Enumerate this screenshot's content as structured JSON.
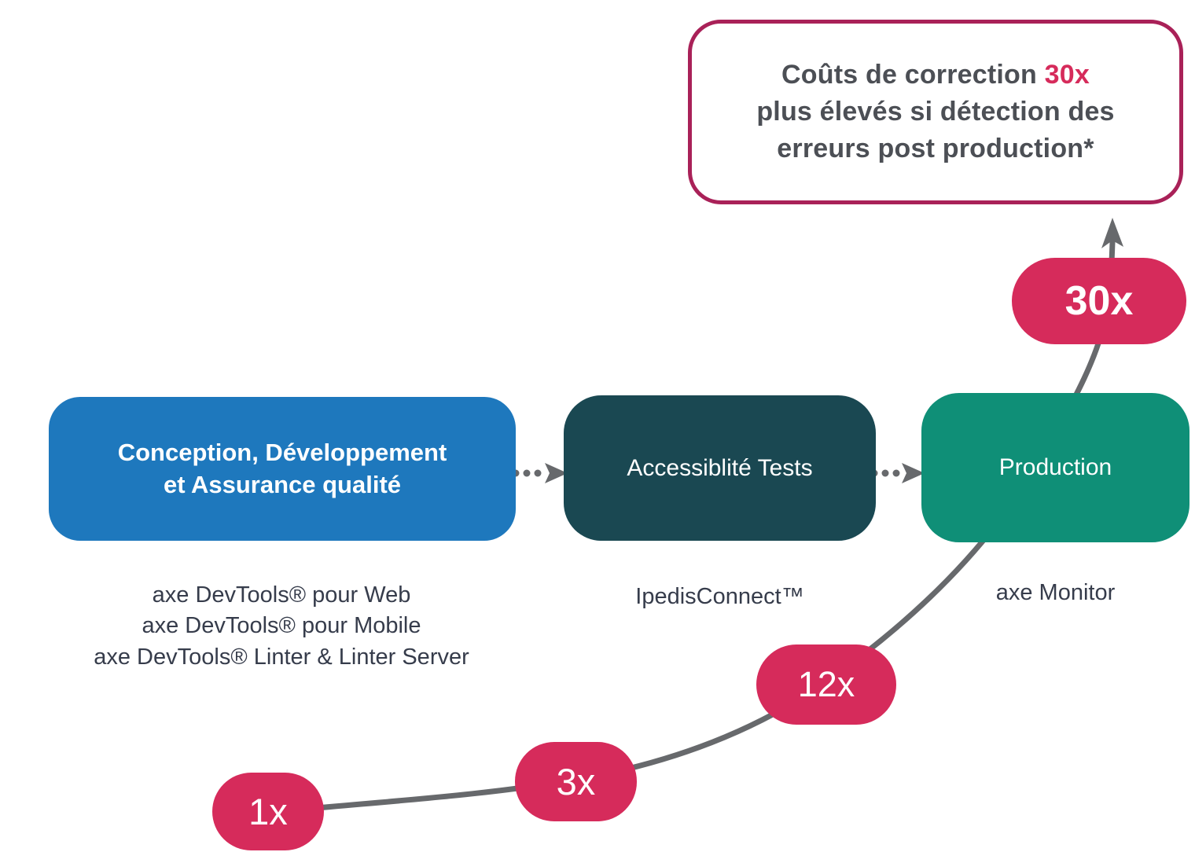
{
  "callout": {
    "prefix": "Coûts de correction ",
    "highlight": "30x",
    "line2": "plus élevés si détection des",
    "line3": "erreurs post production*"
  },
  "stages": [
    {
      "label_lines": [
        "Conception, Développement",
        "et Assurance qualité"
      ],
      "tools": [
        "axe DevTools® pour Web",
        "axe DevTools® pour Mobile",
        "axe DevTools® Linter & Linter Server"
      ]
    },
    {
      "label_lines": [
        "Accessiblité Tests"
      ],
      "tools": [
        "IpedisConnect™"
      ]
    },
    {
      "label_lines": [
        "Production"
      ],
      "tools": [
        "axe Monitor"
      ]
    }
  ],
  "multipliers": [
    {
      "label": "1x"
    },
    {
      "label": "3x"
    },
    {
      "label": "12x"
    },
    {
      "label": "30x"
    }
  ],
  "colors": {
    "stage_blue": "#1e78bd",
    "stage_teal": "#1a4852",
    "stage_green": "#0f8f77",
    "pill_crimson": "#d62b5b",
    "callout_border": "#a92158",
    "callout_text": "#4c4f55",
    "label_text": "#363c4b",
    "line_gray": "#67696c"
  }
}
